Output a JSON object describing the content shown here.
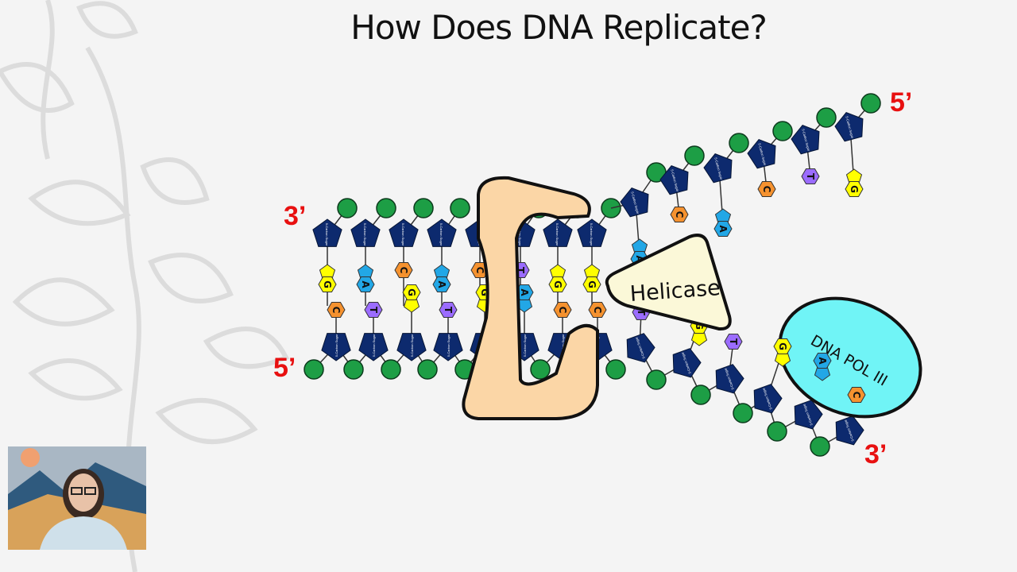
{
  "slide": {
    "title": "How Does DNA Replicate?"
  },
  "labels": {
    "left_top": "3’",
    "left_bottom": "5’",
    "right_top": "5’",
    "right_bottom": "3’"
  },
  "enzymes": {
    "helicase": "Helicase",
    "polymerase": "DNA POL III"
  },
  "sugar_label": "5-Carbon Sugar",
  "paired_region": {
    "top_strand_bases": [
      "G",
      "A",
      "C",
      "A",
      "C",
      "T",
      "G",
      "G"
    ],
    "bottom_strand_bases": [
      "C",
      "T",
      "G",
      "T",
      "G",
      "A",
      "C",
      "C"
    ]
  },
  "unwound_top_strand_bases": [
    "A",
    "C",
    "A",
    "C",
    "T",
    "G"
  ],
  "unwound_bottom_strand_bases": [
    "T",
    "G",
    "T"
  ],
  "new_strand_bases": [
    "G",
    "A",
    "C"
  ],
  "colors": {
    "G": "#ffff00",
    "C": "#f5922f",
    "A": "#22a7e6",
    "T": "#9b6cff",
    "sugar": "#0d2a6e",
    "phosphate": "#1d9e45",
    "end_label": "#e81010",
    "helicase": "#fbf8d8",
    "polymerase": "#70f4f6",
    "clamp": "#fbd6a6"
  },
  "webcam": {
    "icon": "presenter-video"
  }
}
